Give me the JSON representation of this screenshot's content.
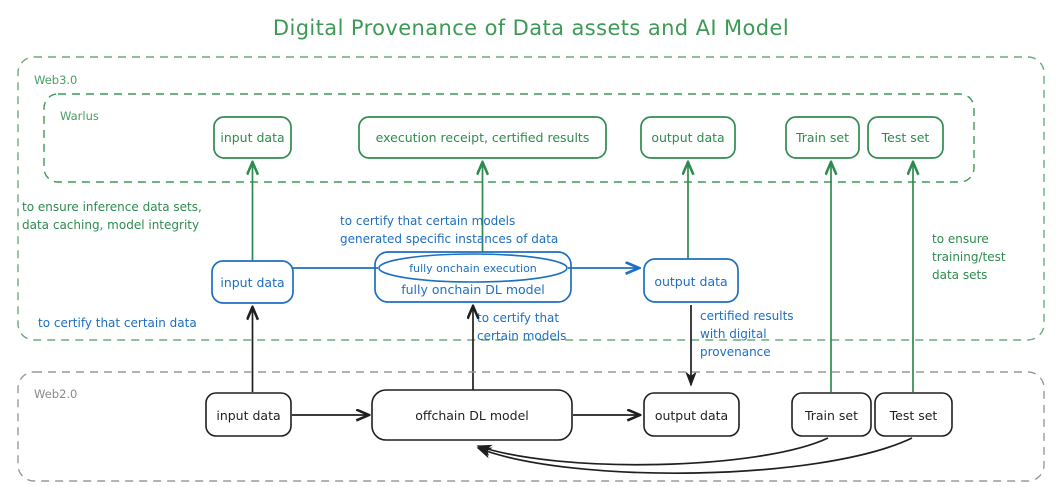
{
  "title": "Digital Provenance of Data assets and AI Model",
  "colors": {
    "green": "#2e8b4f",
    "blue": "#1d6fc0",
    "black": "#1f1f1f",
    "zone_green": "#6aab7d",
    "zone_gray": "#9a9a9a",
    "background": "#ffffff"
  },
  "zones": {
    "web3": {
      "label": "Web3.0"
    },
    "warlus": {
      "label": "Warlus"
    },
    "web2": {
      "label": "Web2.0"
    }
  },
  "warlus_nodes": [
    {
      "id": "w3-input-data",
      "label": "input data"
    },
    {
      "id": "w3-execution-receipt",
      "label": "execution receipt, certified results"
    },
    {
      "id": "w3-output-data",
      "label": "output data"
    },
    {
      "id": "w3-train-set",
      "label": "Train set"
    },
    {
      "id": "w3-test-set",
      "label": "Test set"
    }
  ],
  "onchain_nodes": [
    {
      "id": "onchain-input-data",
      "label": "input data"
    },
    {
      "id": "onchain-dl-model",
      "label": "fully onchain DL model"
    },
    {
      "id": "onchain-execution",
      "label": "fully onchain execution"
    },
    {
      "id": "onchain-output-data",
      "label": "output data"
    }
  ],
  "offchain_nodes": [
    {
      "id": "w2-input-data",
      "label": "input data"
    },
    {
      "id": "w2-dl-model",
      "label": "offchain DL model"
    },
    {
      "id": "w2-output-data",
      "label": "output data"
    },
    {
      "id": "w2-train-set",
      "label": "Train set"
    },
    {
      "id": "w2-test-set",
      "label": "Test set"
    }
  ],
  "annotations": [
    {
      "id": "ann-inference",
      "color": "green",
      "lines": [
        "to ensure inference data sets,",
        "data caching, model integrity"
      ]
    },
    {
      "id": "ann-certify-models-generated",
      "color": "blue",
      "lines": [
        "to certify that certain models",
        "generated specific instances of data"
      ]
    },
    {
      "id": "ann-training-test",
      "color": "green",
      "lines": [
        "to ensure",
        "training/test",
        "data sets"
      ]
    },
    {
      "id": "ann-certify-data",
      "color": "blue",
      "lines": [
        "to certify that certain data"
      ]
    },
    {
      "id": "ann-certify-models",
      "color": "blue",
      "lines": [
        "to certify that",
        "certain models"
      ]
    },
    {
      "id": "ann-certified-results",
      "color": "blue",
      "lines": [
        "certified results",
        "with digital",
        "provenance"
      ]
    }
  ]
}
